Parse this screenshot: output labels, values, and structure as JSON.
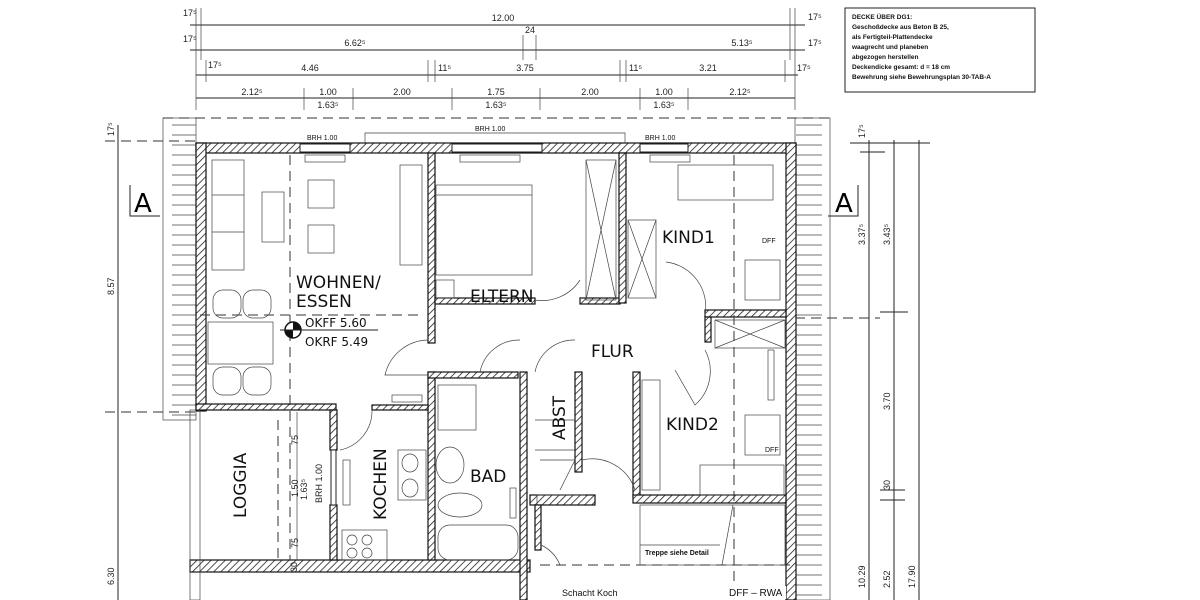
{
  "notes": {
    "lines": [
      "DECKE ÜBER DG1:",
      "Geschoßdecke aus Beton B 25,",
      "als Fertigteil-Plattendecke",
      "waagrecht und planeben",
      "abgezogen herstellen",
      "Deckendicke gesamt: d = 18 cm",
      "Bewehrung siehe Bewehrungsplan 30-TAB-A"
    ]
  },
  "top_dimensions": {
    "row1": [
      "17⁵",
      "12.00",
      "17⁵"
    ],
    "row2": [
      "17⁵",
      "6.62⁵",
      "24",
      "5.13⁵",
      "17⁵"
    ],
    "row3": [
      "17⁵",
      "4.46",
      "11⁵",
      "3.75",
      "11⁵",
      "3.21",
      "17⁵"
    ],
    "row4": [
      "2.12⁵",
      "1.00",
      "2.00",
      "1.75",
      "2.00",
      "1.00",
      "2.12⁵"
    ],
    "row4_sub": [
      "1.63⁵",
      "1.63⁵",
      "1.63⁵"
    ]
  },
  "left_dimensions": [
    "17⁵",
    "8.57",
    "6.30"
  ],
  "right_dimensions": {
    "inner": [
      "17⁵",
      "3.37⁵",
      "10.29"
    ],
    "middle": [
      "3.43⁵",
      "3.70",
      "30",
      "2.52"
    ],
    "outer": [
      "17.90"
    ]
  },
  "section_marker": "A",
  "window_labels": [
    "BRH  1.00",
    "BRH  1.00",
    "BRH  1.00"
  ],
  "loggia_window": {
    "top": "75",
    "mid_a": "1.50",
    "mid_b": "1.63⁵",
    "brh": "BRH  1.00",
    "bottom": "75",
    "base": "30"
  },
  "rooms": {
    "wohnen": [
      "WOHNEN/",
      "ESSEN"
    ],
    "eltern": "ELTERN",
    "kind1": "KIND1",
    "kind2": "KIND2",
    "flur": "FLUR",
    "bad": "BAD",
    "abst": "ABST",
    "kochen": "KOCHEN",
    "loggia": "LOGGIA"
  },
  "levels": {
    "okff": "OKFF  5.60",
    "okrf": "OKRF  5.49"
  },
  "annotations": {
    "dff1": "DFF",
    "dff2": "DFF",
    "stair": "Treppe siehe Detail",
    "dff_rwa": "DFF – RWA",
    "shaft": "Schacht Koch"
  }
}
